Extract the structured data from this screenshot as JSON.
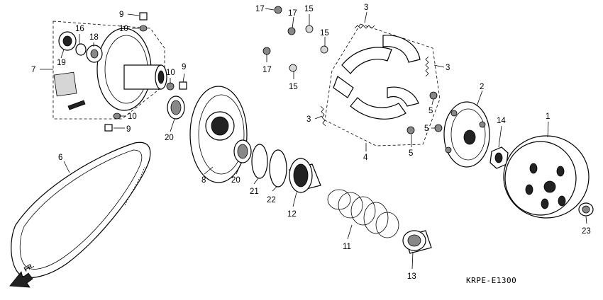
{
  "diagram_code": "KRPE-E1300",
  "direction_label": "FR.",
  "callouts": [
    {
      "id": "c1",
      "text": "1"
    },
    {
      "id": "c2",
      "text": "2"
    },
    {
      "id": "c3a",
      "text": "3"
    },
    {
      "id": "c3b",
      "text": "3"
    },
    {
      "id": "c3c",
      "text": "3"
    },
    {
      "id": "c4",
      "text": "4"
    },
    {
      "id": "c5a",
      "text": "5"
    },
    {
      "id": "c5b",
      "text": "5"
    },
    {
      "id": "c5c",
      "text": "5"
    },
    {
      "id": "c6",
      "text": "6"
    },
    {
      "id": "c7",
      "text": "7"
    },
    {
      "id": "c8",
      "text": "8"
    },
    {
      "id": "c9a",
      "text": "9"
    },
    {
      "id": "c9b",
      "text": "9"
    },
    {
      "id": "c9c",
      "text": "9"
    },
    {
      "id": "c10a",
      "text": "10"
    },
    {
      "id": "c10b",
      "text": "10"
    },
    {
      "id": "c10c",
      "text": "10"
    },
    {
      "id": "c11",
      "text": "11"
    },
    {
      "id": "c12",
      "text": "12"
    },
    {
      "id": "c13",
      "text": "13"
    },
    {
      "id": "c14",
      "text": "14"
    },
    {
      "id": "c15a",
      "text": "15"
    },
    {
      "id": "c15b",
      "text": "15"
    },
    {
      "id": "c15c",
      "text": "15"
    },
    {
      "id": "c16",
      "text": "16"
    },
    {
      "id": "c17a",
      "text": "17"
    },
    {
      "id": "c17b",
      "text": "17"
    },
    {
      "id": "c17c",
      "text": "17"
    },
    {
      "id": "c18",
      "text": "18"
    },
    {
      "id": "c19",
      "text": "19"
    },
    {
      "id": "c20a",
      "text": "20"
    },
    {
      "id": "c20b",
      "text": "20"
    },
    {
      "id": "c21",
      "text": "21"
    },
    {
      "id": "c22",
      "text": "22"
    },
    {
      "id": "c23",
      "text": "23"
    }
  ]
}
